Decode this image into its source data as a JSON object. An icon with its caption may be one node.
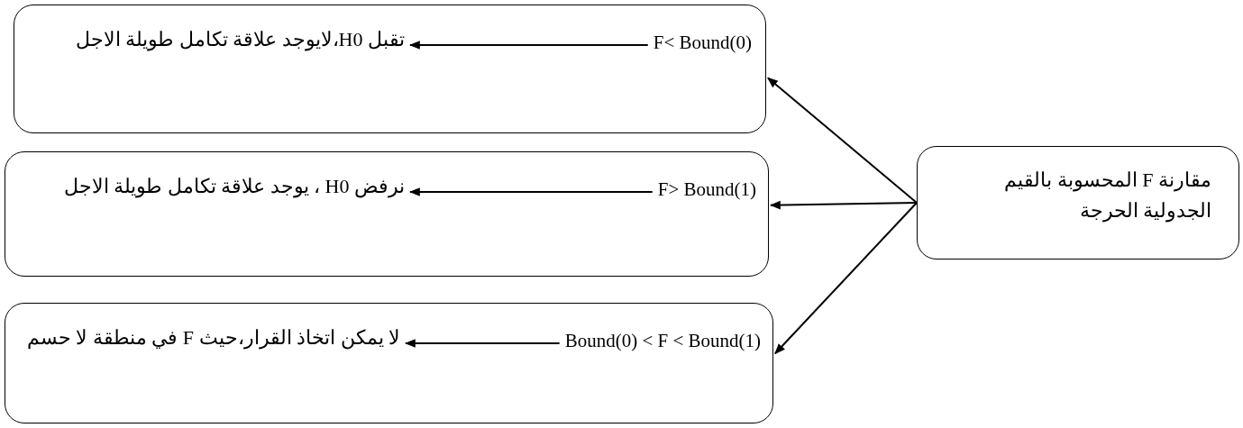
{
  "diagram": {
    "nodes": [
      {
        "text": [],
        "shape": "box"
      },
      {
        "text": [
          "F< Bound(0)"
        ],
        "in": 0
      },
      {
        "text": [
          "تقبل H0،لايوجد علاقة تكامل طويلة الاجل"
        ],
        "in": 0
      },
      {
        "text": [],
        "shape": "box"
      },
      {
        "text": [
          "F> Bound(1)"
        ],
        "in": 3
      },
      {
        "text": [
          "نرفض H0 ، يوجد علاقة تكامل طويلة الاجل"
        ],
        "in": 3
      },
      {
        "text": [],
        "shape": "box"
      },
      {
        "text": [
          "Bound(0) < F < Bound(1)"
        ],
        "in": 6
      },
      {
        "text": [
          "لا يمكن اتخاذ القرار،حيث  F في منطقة لا حسم"
        ],
        "in": 6
      },
      {
        "text": [
          "مقارنة F المحسوبة بالقيم الجدولية الحرجة"
        ]
      }
    ],
    "edges": [
      {
        "from": 1,
        "to": 2,
        "arrow": "to"
      },
      {
        "from": 4,
        "to": 5,
        "arrow": "to"
      },
      {
        "from": 7,
        "to": 8,
        "arrow": "to"
      },
      {
        "from": 9,
        "to": 0,
        "arrow": "to"
      },
      {
        "from": 9,
        "to": 3,
        "arrow": "to"
      },
      {
        "from": 9,
        "to": 6,
        "arrow": "to"
      }
    ]
  }
}
